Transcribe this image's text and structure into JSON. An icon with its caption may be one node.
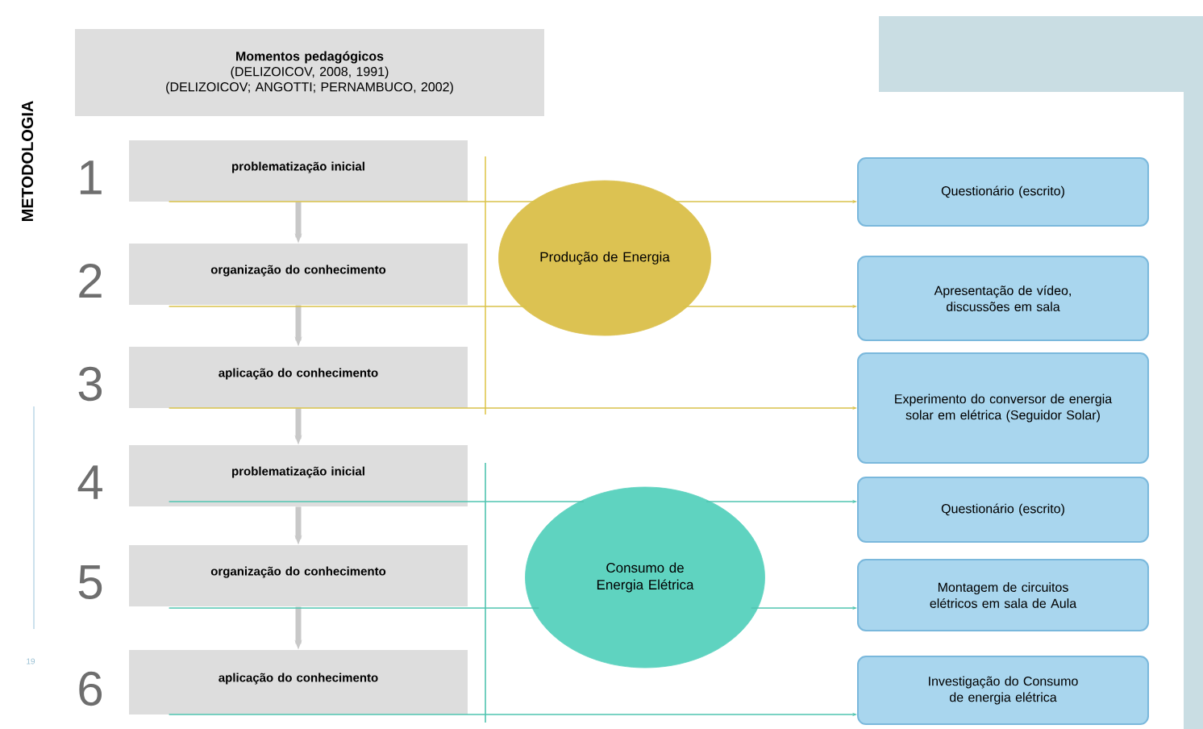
{
  "diagram": {
    "nodes": [
      {
        "text": [
          "Momentos pedagógicos",
          "(DELIZOICOV, 2008, 1991)",
          "(DELIZOICOV; ANGOTTI; PERNAMBUCO, 2002)"
        ]
      },
      {
        "text": [
          "problematização inicial"
        ],
        "beside": [
          "1"
        ]
      },
      {
        "text": [
          "organização do conhecimento"
        ],
        "beside": [
          "2"
        ]
      },
      {
        "text": [
          "aplicação do conhecimento"
        ],
        "beside": [
          "3"
        ]
      },
      {
        "text": [
          "problematização inicial"
        ],
        "beside": [
          "4"
        ]
      },
      {
        "text": [
          "organização do conhecimento"
        ],
        "beside": [
          "5"
        ]
      },
      {
        "text": [
          "aplicação do conhecimento"
        ],
        "beside": [
          "6"
        ]
      },
      {
        "text": [
          "Produção de Energia"
        ]
      },
      {
        "text": [
          "Consumo de Energia Elétrica"
        ]
      },
      {
        "text": [
          "Questionário (escrito)"
        ]
      },
      {
        "text": [
          "Apresentação de vídeo, discussões em sala"
        ]
      },
      {
        "text": [
          "Experimento do conversor de energia solar em elétrica (Seguidor Solar)"
        ]
      },
      {
        "text": [
          "Questionário (escrito)"
        ]
      },
      {
        "text": [
          "Montagem de circuitos elétricos em sala de Aula"
        ]
      },
      {
        "text": [
          "Investigação do Consumo de energia elétrica"
        ]
      }
    ],
    "edges": [
      {
        "from": 1,
        "to": 2,
        "arrow": "to",
        "style": "thick",
        "color": "#c8c8c8"
      },
      {
        "from": 2,
        "to": 3,
        "arrow": "to",
        "style": "thick",
        "color": "#c8c8c8"
      },
      {
        "from": 3,
        "to": 4,
        "arrow": "to",
        "style": "thick",
        "color": "#c8c8c8"
      },
      {
        "from": 4,
        "to": 5,
        "arrow": "to",
        "style": "thick",
        "color": "#c8c8c8"
      },
      {
        "from": 5,
        "to": 6,
        "arrow": "to",
        "style": "thick",
        "color": "#c8c8c8"
      },
      {
        "from": 1,
        "to": 7,
        "arrow": "none",
        "color": "#d8c24a"
      },
      {
        "from": 7,
        "to": 9,
        "arrow": "to",
        "color": "#d8c24a"
      },
      {
        "from": 2,
        "to": 7,
        "arrow": "none",
        "color": "#d8c24a"
      },
      {
        "from": 7,
        "to": 10,
        "arrow": "to",
        "color": "#d8c24a"
      },
      {
        "from": 3,
        "to": 11,
        "arrow": "to",
        "color": "#d8c24a"
      },
      {
        "from": 4,
        "to": 8,
        "arrow": "none",
        "color": "#4fc4b0"
      },
      {
        "from": 8,
        "to": 12,
        "arrow": "to",
        "color": "#4fc4b0"
      },
      {
        "from": 5,
        "to": 8,
        "arrow": "none",
        "color": "#4fc4b0"
      },
      {
        "from": 8,
        "to": 13,
        "arrow": "to",
        "color": "#4fc4b0"
      },
      {
        "from": 6,
        "to": 14,
        "arrow": "to",
        "color": "#4fc4b0"
      }
    ],
    "labels": [
      "METODOLOGIA",
      "19"
    ]
  }
}
